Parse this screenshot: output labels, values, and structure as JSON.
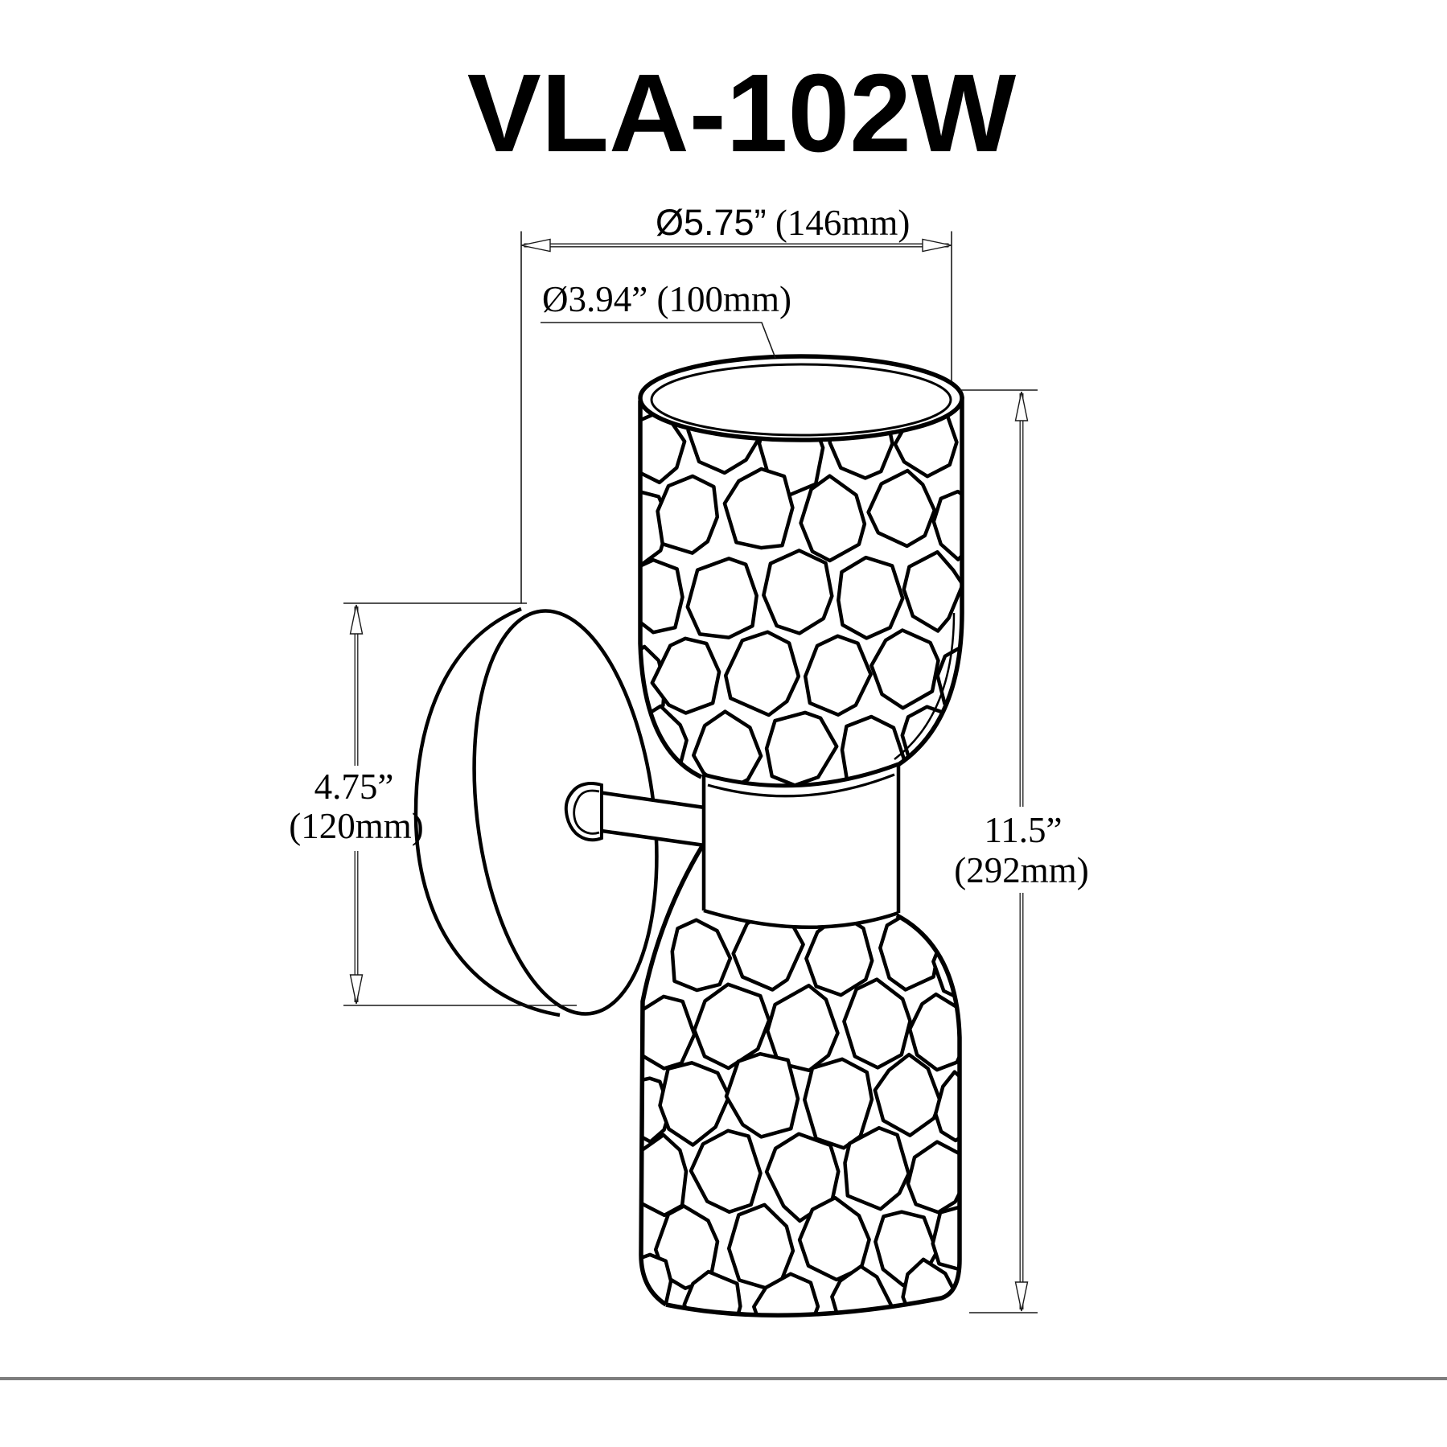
{
  "page": {
    "title": "VLA-102W"
  },
  "dimensions": {
    "upper_diameter": {
      "value": "Ø5.75”",
      "metric": " (146mm)"
    },
    "inner_diameter": {
      "value": "Ø3.94” (100mm)"
    },
    "backplate": {
      "value": "4.75”",
      "metric": "(120mm)"
    },
    "overall_height": {
      "value": "11.5”",
      "metric": "(292mm)"
    }
  },
  "colors": {
    "line": "#000000",
    "thin_line": "#1a1a1a",
    "divider": "#7d7d7d",
    "background": "#ffffff"
  }
}
